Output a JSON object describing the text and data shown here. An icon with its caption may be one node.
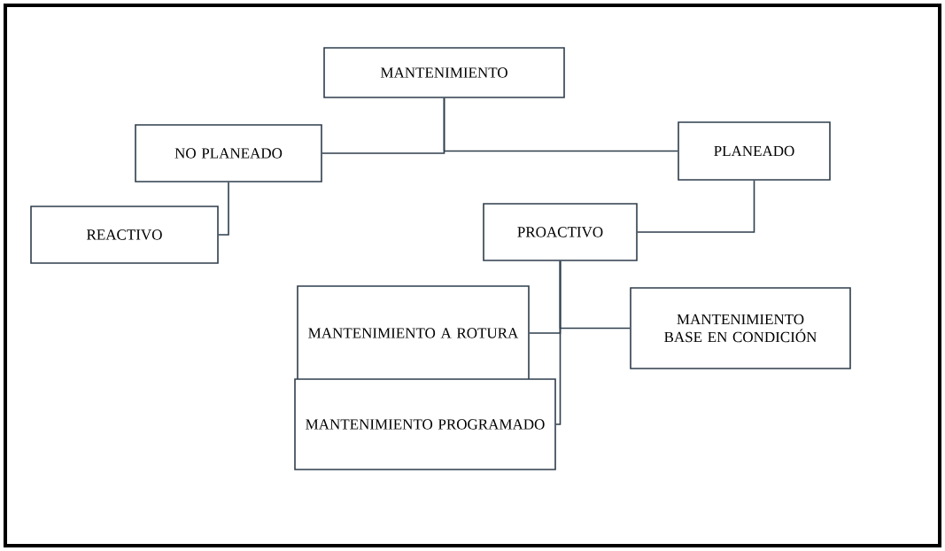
{
  "diagram": {
    "nodes": [
      {
        "text": [
          "MANTENIMIENTO"
        ]
      },
      {
        "text": [
          "NO PLANEADO"
        ]
      },
      {
        "text": [
          "PLANEADO"
        ]
      },
      {
        "text": [
          "REACTIVO"
        ]
      },
      {
        "text": [
          "PROACTIVO"
        ]
      },
      {
        "text": [
          "MANTENIMIENTO A ROTURA"
        ]
      },
      {
        "text": [
          "MANTENIMIENTO BASE EN CONDICIÓN"
        ]
      },
      {
        "text": [
          "MANTENIMIENTO PROGRAMADO"
        ]
      }
    ],
    "edges": [
      {
        "from": 0,
        "to": 1,
        "arrow": "none"
      },
      {
        "from": 0,
        "to": 2,
        "arrow": "none"
      },
      {
        "from": 1,
        "to": 3,
        "arrow": "none"
      },
      {
        "from": 2,
        "to": 4,
        "arrow": "none"
      },
      {
        "from": 4,
        "to": 5,
        "arrow": "none"
      },
      {
        "from": 4,
        "to": 6,
        "arrow": "none"
      },
      {
        "from": 4,
        "to": 7,
        "arrow": "none"
      }
    ]
  }
}
